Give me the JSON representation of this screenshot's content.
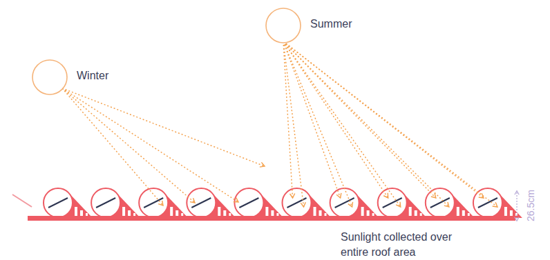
{
  "diagram": {
    "nodes": [
      {
        "text": [
          "Winter"
        ]
      },
      {
        "text": [
          "Summer"
        ]
      }
    ],
    "labels": [
      "26.5cm",
      "Sunlight collected over entire roof area"
    ]
  }
}
